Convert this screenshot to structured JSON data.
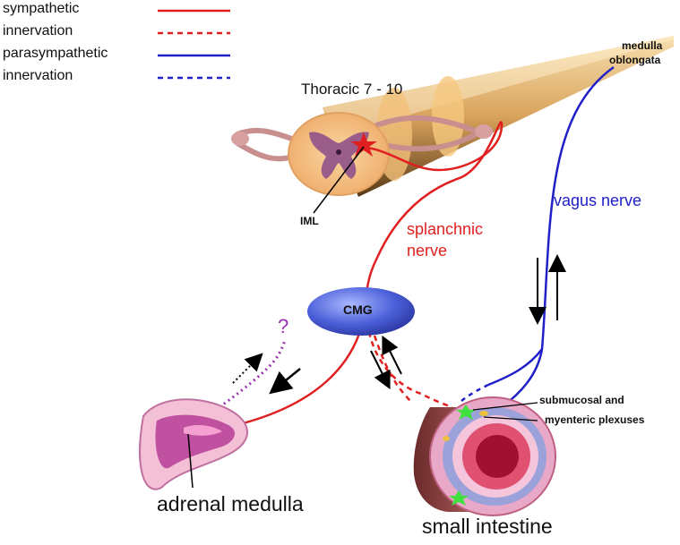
{
  "legend": {
    "items": [
      {
        "line1": "sympathetic",
        "line2": "innervation",
        "color": "#e02020"
      },
      {
        "line1": "parasympathetic",
        "line2": "innervation",
        "color": "#2020c8"
      }
    ]
  },
  "labels": {
    "thoracic": "Thoracic 7 - 10",
    "medulla_1": "medulla",
    "medulla_2": "oblongata",
    "iml": "IML",
    "vagus": "vagus nerve",
    "splanchnic_1": "splanchnic",
    "splanchnic_2": "nerve",
    "cmg": "CMG",
    "question": "?",
    "plexus_1": "submucosal and",
    "plexus_2": "myenteric plexuses",
    "adrenal": "adrenal medulla",
    "intestine": "small intestine"
  },
  "colors": {
    "sympathetic": "#e02020",
    "parasympathetic": "#2020c8",
    "unknown_path": "#9b2fb0",
    "cmg_fill": "#4a5fd8"
  }
}
